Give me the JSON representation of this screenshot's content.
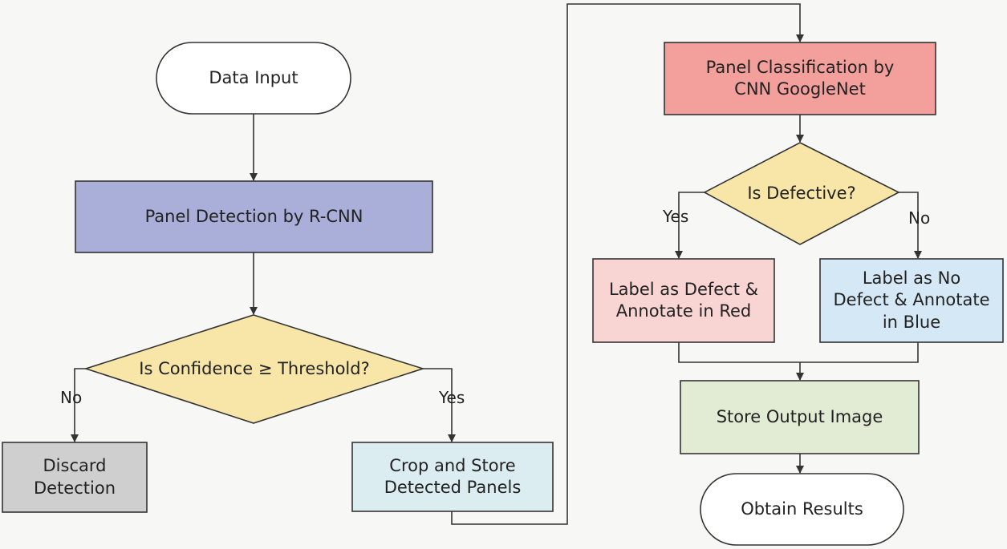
{
  "nodes": {
    "data_input": "Data Input",
    "panel_detection": "Panel Detection by R-CNN",
    "confidence_decision": "Is Confidence ≥ Threshold?",
    "discard": [
      "Discard",
      "Detection"
    ],
    "crop_store": [
      "Crop and Store",
      "Detected Panels"
    ],
    "classification": [
      "Panel Classification by",
      "CNN GoogleNet"
    ],
    "defective_decision": "Is Defective?",
    "label_defect": [
      "Label as Defect &",
      "Annotate in Red"
    ],
    "label_no_defect": [
      "Label as No",
      "Defect & Annotate",
      "in Blue"
    ],
    "store_output": "Store Output Image",
    "obtain_results": "Obtain Results"
  },
  "edges": {
    "conf_no": "No",
    "conf_yes": "Yes",
    "def_yes": "Yes",
    "def_no": "No"
  },
  "colors": {
    "terminal": "#ffffff",
    "detection": "#a9afd9",
    "decision": "#f8e6a8",
    "discard": "#cfcfcf",
    "crop": "#dcedf2",
    "classification": "#f3a09d",
    "defect": "#f8d4d3",
    "no_defect": "#d5e8f5",
    "store": "#e2ecd5",
    "stroke": "#333333"
  }
}
